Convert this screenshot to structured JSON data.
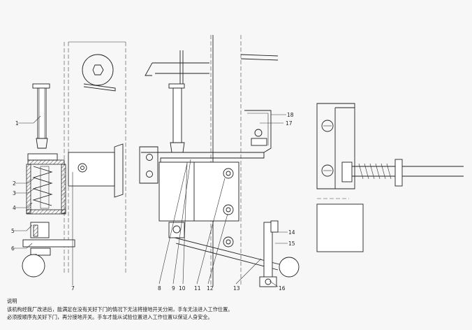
{
  "callouts": [
    "1",
    "2",
    "3",
    "4",
    "5",
    "6",
    "7",
    "8",
    "9",
    "10",
    "11",
    "12",
    "13",
    "14",
    "15",
    "16",
    "17",
    "18"
  ],
  "notes": {
    "heading": "说明",
    "line1": "该机构经我厂改进后，能满足在没有关好下门的情况下无法将接地开关分闸，手车无法进入工作位置。",
    "line2": "必须按顺序先关好下门，再分接地开关。手车才能从试验位置进入工作位置以保证人身安全。"
  }
}
